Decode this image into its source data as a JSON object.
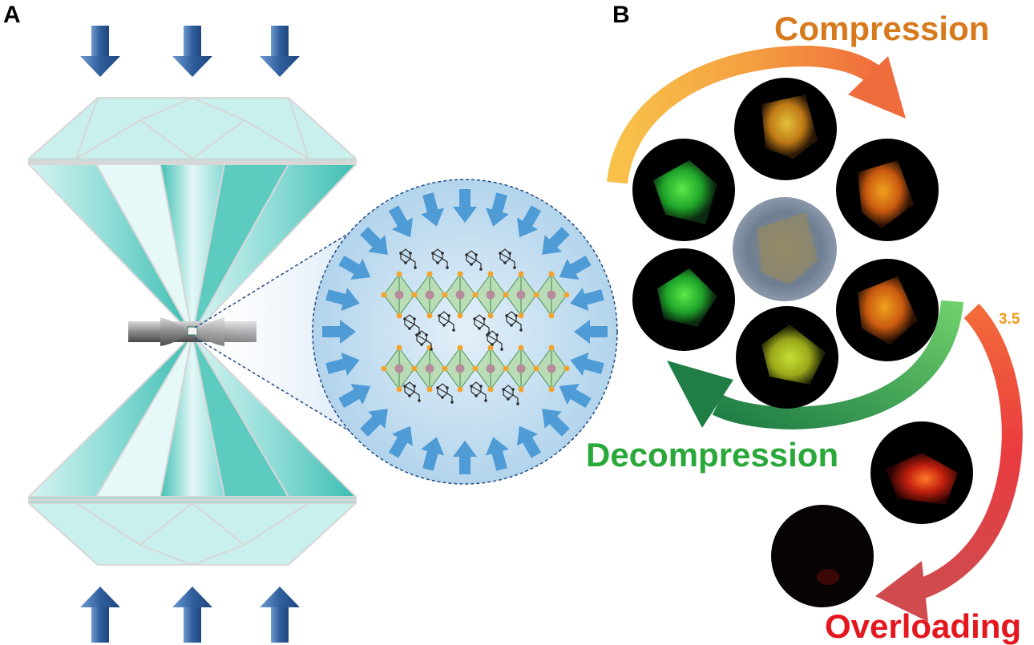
{
  "panels": {
    "a_label": "A",
    "b_label": "B"
  },
  "cycle": {
    "compression_label": "Compression",
    "decompression_label": "Decompression",
    "overloading_label": "Overloading",
    "pressure_value": "3.5"
  },
  "colors": {
    "diamond": "#9ee3e0",
    "diamond_dark": "#2fb7ab",
    "press_arrow": "#2f5f9c",
    "lattice_arrow": "#4e9bd6",
    "compression": "#d77a1d",
    "decompression": "#2ba83a",
    "overloading": "#e4161e",
    "pressure": "#f39a1b"
  },
  "micrographs": [
    {
      "name": "pristine",
      "tone": "gray"
    },
    {
      "name": "green-1",
      "tone": "green"
    },
    {
      "name": "yellow-orange-1",
      "tone": "yellow-orange"
    },
    {
      "name": "orange-1",
      "tone": "orange"
    },
    {
      "name": "orange-2",
      "tone": "orange"
    },
    {
      "name": "yellow-green",
      "tone": "yellow-green"
    },
    {
      "name": "green-2",
      "tone": "green"
    },
    {
      "name": "red",
      "tone": "red"
    },
    {
      "name": "dark",
      "tone": "dark"
    }
  ]
}
